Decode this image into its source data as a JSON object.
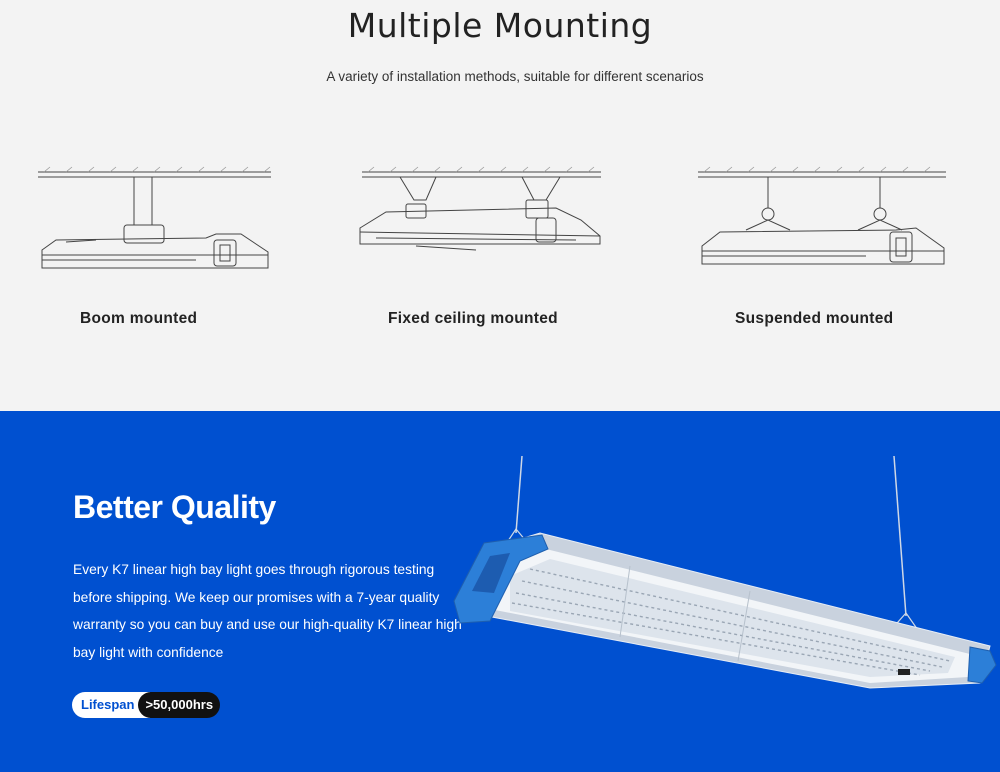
{
  "mounting": {
    "title": "Multiple Mounting",
    "subtitle": "A variety of installation methods, suitable for different scenarios",
    "items": [
      {
        "label": "Boom mounted"
      },
      {
        "label": "Fixed ceiling mounted"
      },
      {
        "label": "Suspended mounted"
      }
    ]
  },
  "quality": {
    "title": "Better Quality",
    "body": "Every K7 linear high bay light goes through rigorous testing before shipping. We keep our promises with a 7-year quality warranty so you can buy and use our high-quality K7 linear high bay light with confidence",
    "pill_label": "Lifespan",
    "pill_value": ">50,000hrs"
  },
  "colors": {
    "top_background": "#f3f3f3",
    "bottom_background": "#0050d0",
    "pill_value_background": "#111111"
  }
}
